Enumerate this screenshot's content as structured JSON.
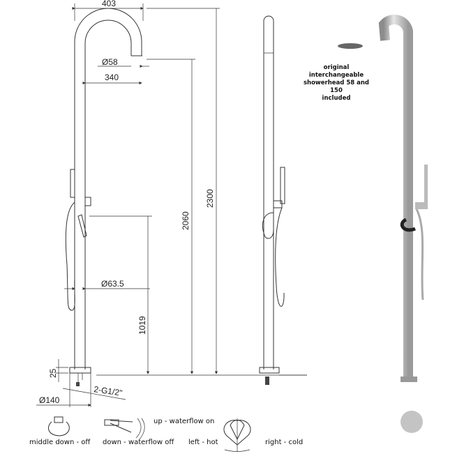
{
  "dimensions": {
    "spout_reach": "403",
    "spout_diameter": "Ø58",
    "spout_inner": "340",
    "height_spout": "2060",
    "height_total": "2300",
    "height_mixer": "1019",
    "pipe_diameter": "Ø63.5",
    "base_height": "25",
    "base_diameter": "Ø140",
    "connection": "2-G1/2\""
  },
  "note": {
    "line1": "original interchangeable",
    "line2": "showerhead 58 and 150",
    "line3": "included"
  },
  "legend": {
    "middle_down": "middle down - off",
    "down": "down - waterflow off",
    "up": "up - waterflow on",
    "left": "left - hot",
    "right": "right - cold"
  },
  "colors": {
    "line": "#333333",
    "steel": "#b8b8b8"
  }
}
